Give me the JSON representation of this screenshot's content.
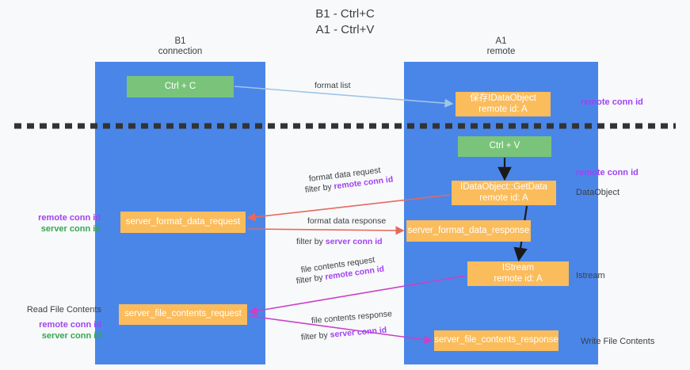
{
  "title": {
    "line1": "B1 - Ctrl+C",
    "line2": "A1 - Ctrl+V"
  },
  "lanes": [
    {
      "id": "b1",
      "name": "B1",
      "role": "connection"
    },
    {
      "id": "a1",
      "name": "A1",
      "role": "remote"
    }
  ],
  "boxes": {
    "ctrl_c": "Ctrl + C",
    "save_dataobject_l1": "保存IDataObject",
    "save_dataobject_l2": "remote id: A",
    "ctrl_v": "Ctrl + V",
    "getdata_l1": "IDataObject::GetData",
    "getdata_l2": "remote id: A",
    "server_format_data_request": "server_format_data_request",
    "server_format_data_response": "server_format_data_response",
    "istream_l1": "IStream",
    "istream_l2": "remote id: A",
    "server_file_contents_request": "server_file_contents_request",
    "server_file_contents_response": "server_file_contents_response"
  },
  "edge_labels": {
    "format_list": "format list",
    "format_data_request": "format data request",
    "format_data_request_filter_prefix": "filter by ",
    "format_data_request_filter_key": "remote conn id",
    "format_data_response": "format data response",
    "format_data_response_filter_prefix": "filter by ",
    "format_data_response_filter_key": "server conn id",
    "file_contents_request": "file contents request",
    "file_contents_request_filter_prefix": "filter by ",
    "file_contents_request_filter_key": "remote conn id",
    "file_contents_response": "file contents response",
    "file_contents_response_filter_prefix": "filter by ",
    "file_contents_response_filter_key": "server conn id"
  },
  "annotations": {
    "remote_conn_id_top": "remote conn id",
    "remote_conn_id_mid": "remote conn id",
    "dataobject": "DataObject",
    "istream": "Istream",
    "write_file_contents": "Write File Contents",
    "left_mid_remote": "remote conn id",
    "left_mid_server": "server conn id",
    "read_file_contents": "Read File Contents",
    "left_bottom_remote": "remote conn id",
    "left_bottom_server": "server conn id"
  },
  "colors": {
    "lane": "#4a86e8",
    "green_box": "#79c47a",
    "orange_box": "#fbbc5c",
    "purple_text": "#a142f4",
    "green_text": "#34a853",
    "red_arrow": "#e8685d",
    "magenta_arrow": "#c940c9",
    "light_blue_arrow": "#9fc5e8",
    "divider": "#333333",
    "background": "#f8f9fa"
  }
}
